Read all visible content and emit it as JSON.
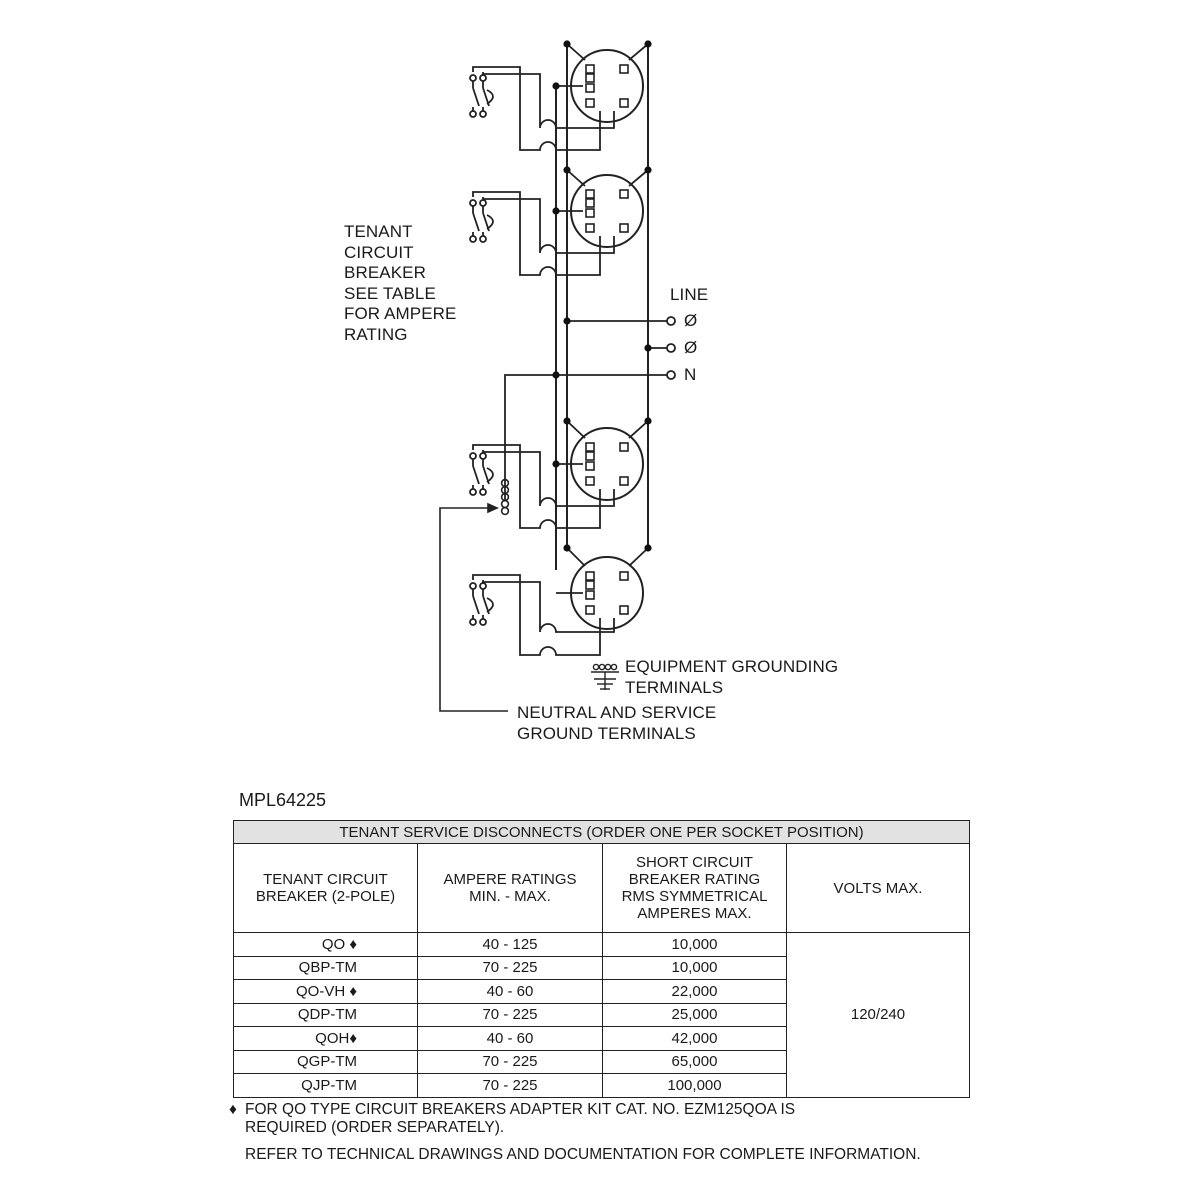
{
  "diagram": {
    "breaker_label": [
      "TENANT",
      "CIRCUIT",
      "BREAKER",
      "SEE TABLE",
      "FOR AMPERE",
      "RATING"
    ],
    "line_label": "LINE",
    "phase_symbol": "Ø",
    "neutral_symbol": "N",
    "ground_label": [
      "EQUIPMENT GROUNDING",
      "TERMINALS"
    ],
    "neutral_label": [
      "NEUTRAL AND SERVICE",
      "GROUND TERMINALS"
    ]
  },
  "model": "MPL64225",
  "table": {
    "title": "TENANT SERVICE DISCONNECTS (ORDER ONE PER SOCKET POSITION)",
    "headers": [
      [
        "TENANT CIRCUIT",
        "BREAKER (2-POLE)"
      ],
      [
        "AMPERE RATINGS",
        "MIN. - MAX."
      ],
      [
        "SHORT CIRCUIT",
        "BREAKER RATING",
        "RMS SYMMETRICAL",
        "AMPERES MAX."
      ],
      [
        "VOLTS MAX."
      ]
    ],
    "rows": [
      {
        "breaker": "QO",
        "diamond": "♦",
        "amps": "40 - 125",
        "sc": "10,000"
      },
      {
        "breaker": "QBP-TM",
        "diamond": "",
        "amps": "70 - 225",
        "sc": "10,000"
      },
      {
        "breaker": "QO-VH",
        "diamond": "♦",
        "amps": "40 - 60",
        "sc": "22,000"
      },
      {
        "breaker": "QDP-TM",
        "diamond": "",
        "amps": "70 - 225",
        "sc": "25,000"
      },
      {
        "breaker": "QOH",
        "diamond": "♦",
        "amps": "40 - 60",
        "sc": "42,000"
      },
      {
        "breaker": "QGP-TM",
        "diamond": "",
        "amps": "70 - 225",
        "sc": "65,000"
      },
      {
        "breaker": "QJP-TM",
        "diamond": "",
        "amps": "70 - 225",
        "sc": "100,000"
      }
    ],
    "volts": "120/240"
  },
  "notes": {
    "diamond": "♦",
    "footnote": [
      "FOR QO TYPE CIRCUIT BREAKERS ADAPTER KIT CAT. NO. EZM125QOA IS",
      "REQUIRED (ORDER SEPARATELY)."
    ],
    "reference": "REFER TO TECHNICAL DRAWINGS AND DOCUMENTATION FOR COMPLETE INFORMATION."
  }
}
